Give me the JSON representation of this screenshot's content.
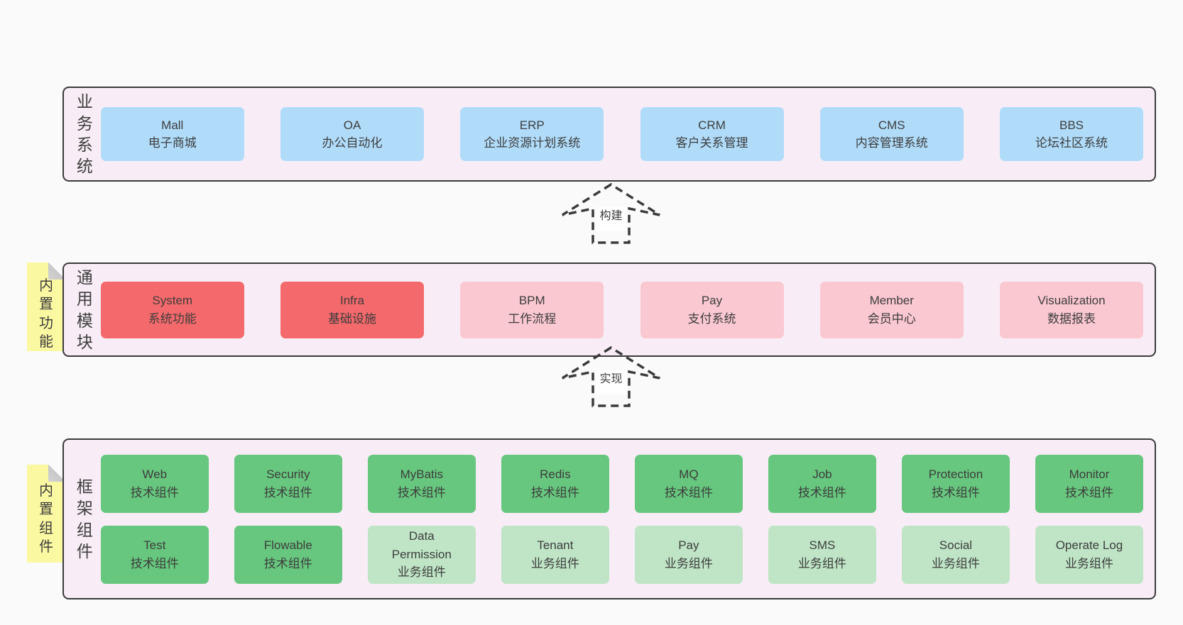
{
  "colors": {
    "page_bg": "#fafafa",
    "band_bg": "#f8edf6",
    "band_border": "#3b3b3b",
    "blue": "#b0dcfa",
    "red": "#f4696b",
    "pink": "#fac8d1",
    "green": "#67c77e",
    "green_light": "#bfe5c6",
    "sticky_yellow": "#fbf8a2",
    "fold_gray": "#c8c8c8",
    "text": "#3d3d3d"
  },
  "stickies": [
    {
      "label": "内置功能"
    },
    {
      "label": "内置组件"
    }
  ],
  "arrows": [
    {
      "label": "构建"
    },
    {
      "label": "实现"
    }
  ],
  "bands": [
    {
      "label": "业务系统",
      "boxes": [
        {
          "name": "Mall",
          "subtitle": "电子商城",
          "variant": "blue"
        },
        {
          "name": "OA",
          "subtitle": "办公自动化",
          "variant": "blue"
        },
        {
          "name": "ERP",
          "subtitle": "企业资源计划系统",
          "variant": "blue"
        },
        {
          "name": "CRM",
          "subtitle": "客户关系管理",
          "variant": "blue"
        },
        {
          "name": "CMS",
          "subtitle": "内容管理系统",
          "variant": "blue"
        },
        {
          "name": "BBS",
          "subtitle": "论坛社区系统",
          "variant": "blue"
        }
      ]
    },
    {
      "label": "通用模块",
      "boxes": [
        {
          "name": "System",
          "subtitle": "系统功能",
          "variant": "red"
        },
        {
          "name": "Infra",
          "subtitle": "基础设施",
          "variant": "red"
        },
        {
          "name": "BPM",
          "subtitle": "工作流程",
          "variant": "pink"
        },
        {
          "name": "Pay",
          "subtitle": "支付系统",
          "variant": "pink"
        },
        {
          "name": "Member",
          "subtitle": "会员中心",
          "variant": "pink"
        },
        {
          "name": "Visualization",
          "subtitle": "数据报表",
          "variant": "pink"
        }
      ]
    },
    {
      "label": "框架组件",
      "boxes": [
        {
          "name": "Web",
          "subtitle": "技术组件",
          "variant": "green"
        },
        {
          "name": "Security",
          "subtitle": "技术组件",
          "variant": "green"
        },
        {
          "name": "MyBatis",
          "subtitle": "技术组件",
          "variant": "green"
        },
        {
          "name": "Redis",
          "subtitle": "技术组件",
          "variant": "green"
        },
        {
          "name": "MQ",
          "subtitle": "技术组件",
          "variant": "green"
        },
        {
          "name": "Job",
          "subtitle": "技术组件",
          "variant": "green"
        },
        {
          "name": "Protection",
          "subtitle": "技术组件",
          "variant": "green"
        },
        {
          "name": "Monitor",
          "subtitle": "技术组件",
          "variant": "green"
        },
        {
          "name": "Test",
          "subtitle": "技术组件",
          "variant": "green"
        },
        {
          "name": "Flowable",
          "subtitle": "技术组件",
          "variant": "green"
        },
        {
          "name": "Data\nPermission",
          "subtitle": "业务组件",
          "variant": "green-light"
        },
        {
          "name": "Tenant",
          "subtitle": "业务组件",
          "variant": "green-light"
        },
        {
          "name": "Pay",
          "subtitle": "业务组件",
          "variant": "green-light"
        },
        {
          "name": "SMS",
          "subtitle": "业务组件",
          "variant": "green-light"
        },
        {
          "name": "Social",
          "subtitle": "业务组件",
          "variant": "green-light"
        },
        {
          "name": "Operate Log",
          "subtitle": "业务组件",
          "variant": "green-light"
        }
      ]
    }
  ]
}
